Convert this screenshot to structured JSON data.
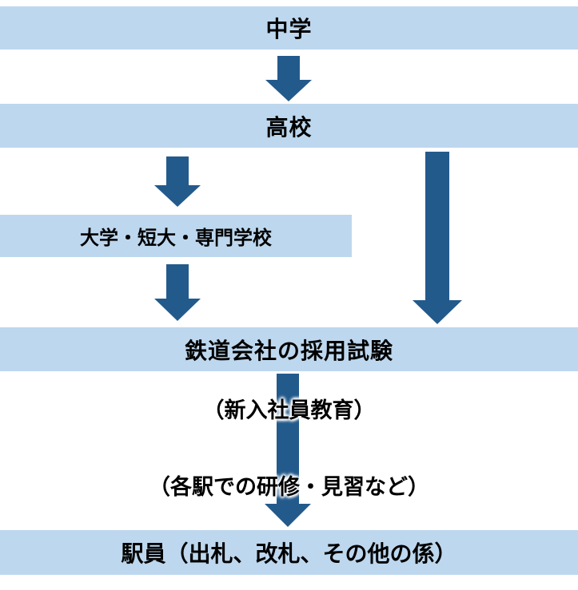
{
  "colors": {
    "bar_bg": "#BDD7EE",
    "arrow": "#235A8C",
    "text": "#000000"
  },
  "nodes": {
    "middle_school": "中学",
    "high_school": "高校",
    "college": "大学・短大・専門学校",
    "exam": "鉄道会社の採用試験",
    "training_note_1": "（新入社員教育）",
    "training_note_2": "（各駅での研修・見習など）",
    "station_staff": "駅員（出札、改札、その他の係）"
  },
  "arrows": [
    {
      "from": "middle_school",
      "to": "high_school"
    },
    {
      "from": "high_school",
      "to": "college"
    },
    {
      "from": "high_school",
      "to": "exam"
    },
    {
      "from": "college",
      "to": "exam"
    },
    {
      "from": "exam",
      "to": "station_staff"
    }
  ]
}
